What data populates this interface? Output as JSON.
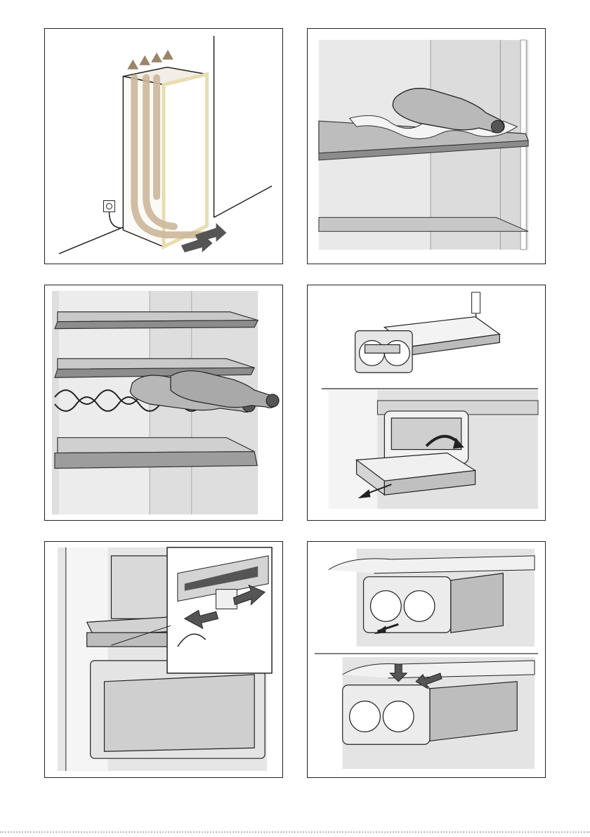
{
  "page": {
    "panels": [
      {
        "id": "ventilation",
        "icons": [
          "refrigerator-icon",
          "airflow-arrows-icon",
          "power-socket-icon"
        ]
      },
      {
        "id": "bottle-shelf",
        "icons": [
          "wine-bottle-icon",
          "glass-shelf-icon"
        ]
      },
      {
        "id": "wine-rack",
        "icons": [
          "wine-rack-icon",
          "wine-bottle-icon",
          "glass-shelf-icon"
        ]
      },
      {
        "id": "ice-tray",
        "icons": [
          "ice-cube-tray-icon",
          "water-tap-icon",
          "ice-drawer-icon",
          "rotation-arrow-icon"
        ]
      },
      {
        "id": "humidity-control",
        "icons": [
          "crisper-drawer-icon",
          "humidity-slider-icon",
          "slide-arrows-icon"
        ]
      },
      {
        "id": "ice-maker-removal",
        "icons": [
          "ice-maker-icon",
          "push-arrow-icon",
          "pull-arrow-icon"
        ]
      }
    ]
  }
}
